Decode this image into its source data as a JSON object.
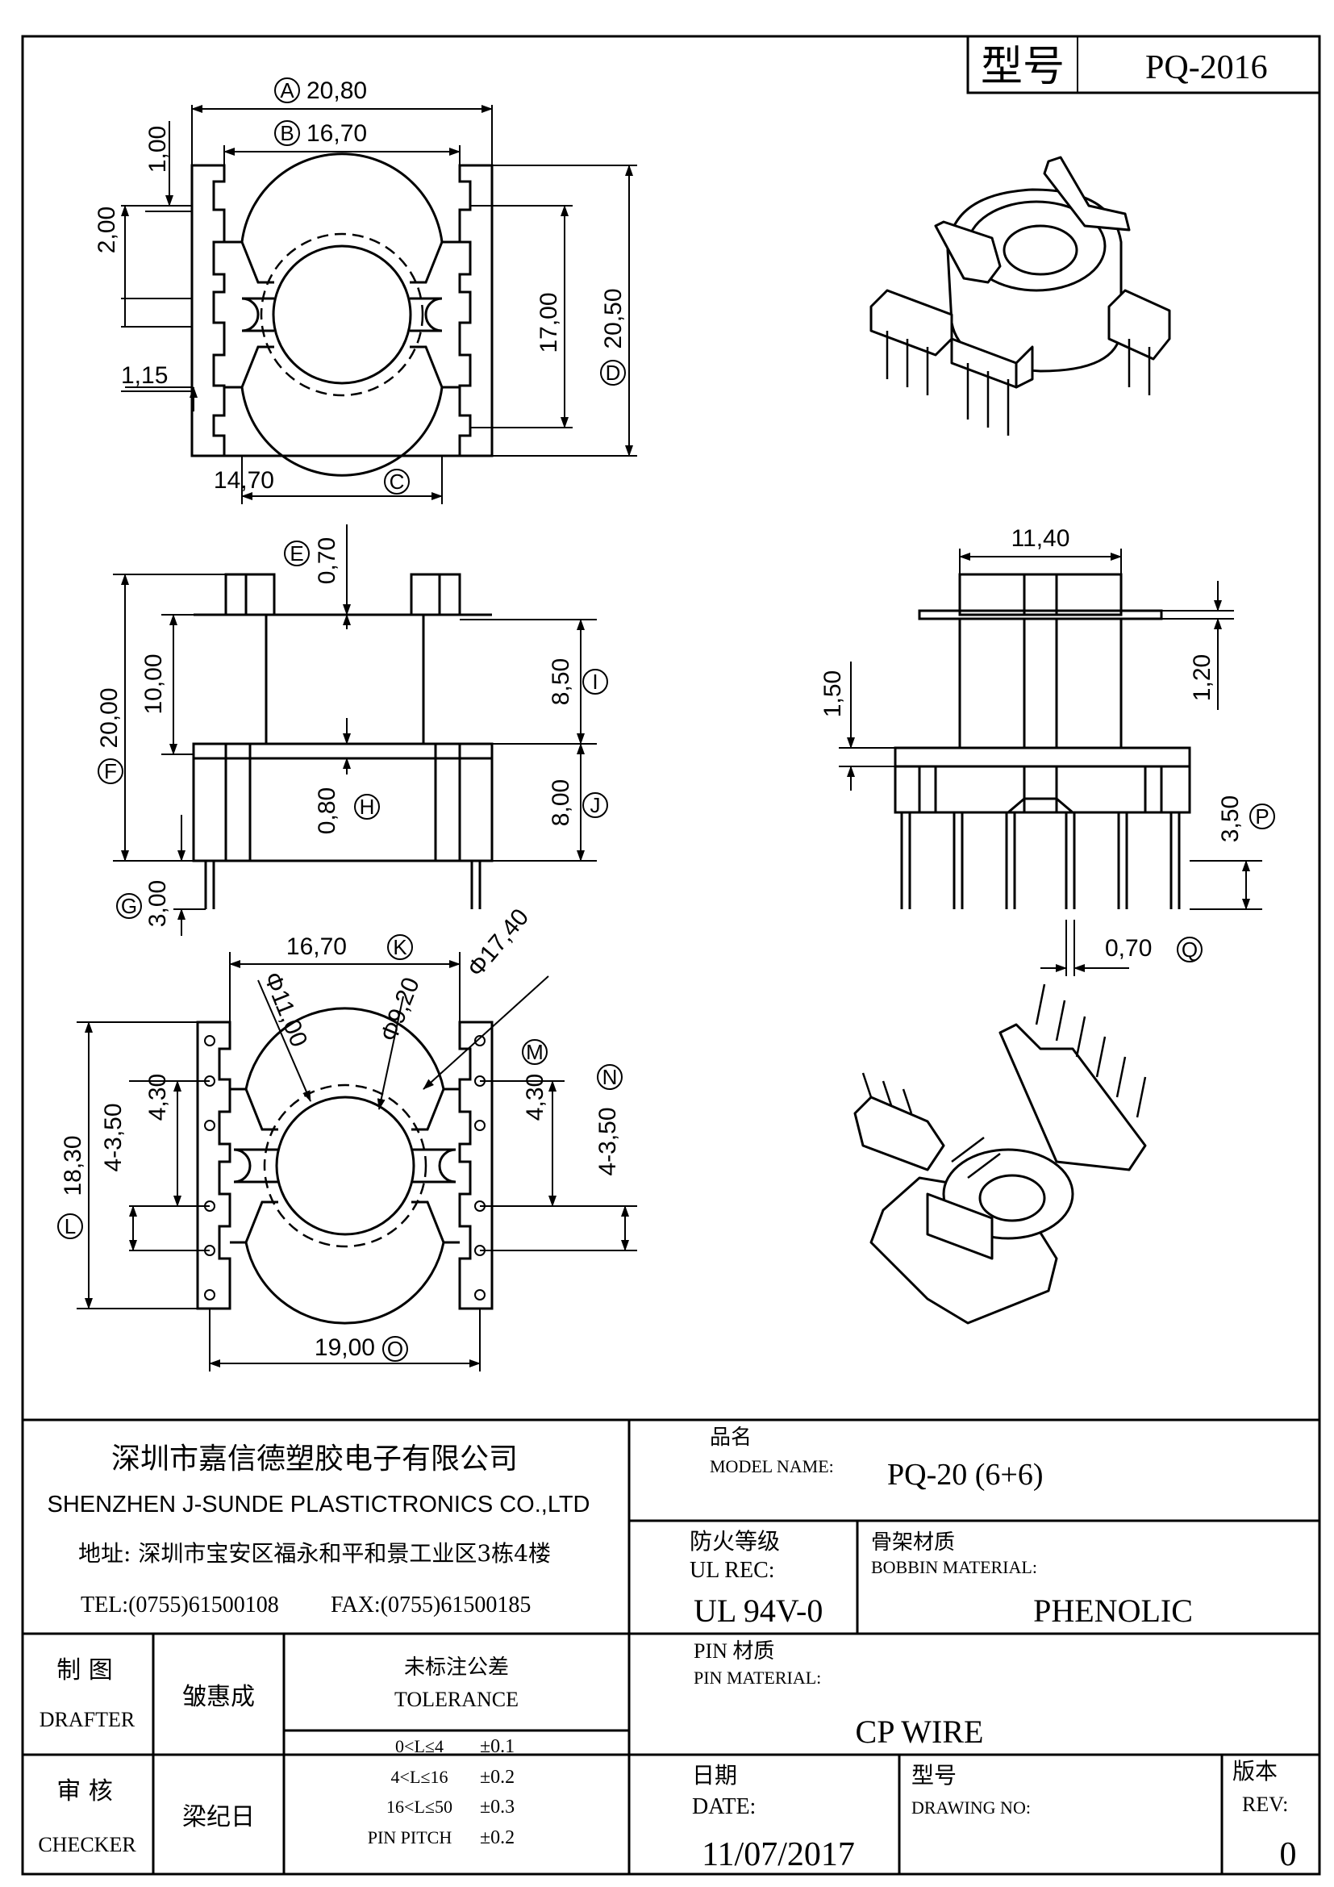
{
  "header": {
    "type_label_cn": "型号",
    "type_value": "PQ-2016"
  },
  "dimensions": {
    "A": "20,80",
    "B": "16,70",
    "C": "14,70",
    "D": "20,50",
    "top_17": "17,00",
    "top_100": "1,00",
    "top_200": "2,00",
    "top_115": "1,15",
    "E": "0,70",
    "F": "20,00",
    "side_1000": "10,00",
    "I": "8,50",
    "J": "8,00",
    "H": "0,80",
    "G": "3,00",
    "r_1140": "11,40",
    "r_150": "1,50",
    "r_120": "1,20",
    "P": "3,50",
    "Q": "0,70",
    "K": "16,70",
    "dia_11": "Φ11,00",
    "dia_92": "Φ9,20",
    "dia_174": "Φ17,40",
    "M": "4,30",
    "b_430": "4,30",
    "b_4350": "4-3,50",
    "N": "4-3,50",
    "L": "18,30",
    "O": "19,00"
  },
  "letters": {
    "A": "A",
    "B": "B",
    "C": "C",
    "D": "D",
    "E": "E",
    "F": "F",
    "G": "G",
    "H": "H",
    "I": "I",
    "J": "J",
    "K": "K",
    "L": "L",
    "M": "M",
    "N": "N",
    "O": "O",
    "P": "P",
    "Q": "Q"
  },
  "company": {
    "name_cn": "深圳市嘉信德塑胶电子有限公司",
    "name_en": "SHENZHEN J-SUNDE PLASTICTRONICS CO.,LTD",
    "address": "地址:  深圳市宝安区福永和平和景工业区3栋4楼",
    "tel": "TEL:(0755)61500108",
    "fax": "FAX:(0755)61500185"
  },
  "model": {
    "label_cn": "品名",
    "label_en": "MODEL NAME:",
    "value": "PQ-20 (6+6)"
  },
  "ul": {
    "label_cn": "防火等级",
    "label_en": "UL REC:",
    "value": "UL 94V-0"
  },
  "bobbin": {
    "label_cn": "骨架材质",
    "label_en": "BOBBIN MATERIAL:",
    "value": "PHENOLIC"
  },
  "pin": {
    "label_cn": "PIN 材质",
    "label_en": "PIN MATERIAL:",
    "value": "CP WIRE"
  },
  "drafter": {
    "label_cn": "制  图",
    "label_en": "DRAFTER",
    "name": "皱惠成"
  },
  "checker": {
    "label_cn": "审  核",
    "label_en": "CHECKER",
    "name": "梁纪日"
  },
  "tolerance": {
    "title_cn": "未标注公差",
    "title_en": "TOLERANCE",
    "rows": [
      {
        "range": "0<L≤4",
        "value": "±0.1"
      },
      {
        "range": "4<L≤16",
        "value": "±0.2"
      },
      {
        "range": "16<L≤50",
        "value": "±0.3"
      },
      {
        "range": "PIN PITCH",
        "value": "±0.2"
      }
    ]
  },
  "date": {
    "label_cn": "日期",
    "label_en": "DATE:",
    "value": "11/07/2017"
  },
  "drawing_no": {
    "label_cn": "型号",
    "label_en": "DRAWING NO:"
  },
  "revision": {
    "label_cn": "版本",
    "label_en": "REV:",
    "value": "0"
  }
}
